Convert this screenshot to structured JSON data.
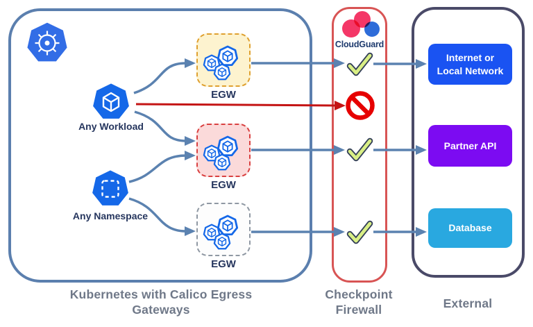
{
  "canvas": {
    "background": "#ffffff"
  },
  "cluster": {
    "caption_line1": "Kubernetes with Calico Egress",
    "caption_line2": "Gateways",
    "border_color": "#5b7fae",
    "kubernetes_logo_color": "#326de6",
    "any_workload": {
      "label": "Any Workload",
      "icon": "cube-heptagon-icon",
      "color": "#1568e8"
    },
    "any_namespace": {
      "label": "Any Namespace",
      "icon": "namespace-heptagon-icon",
      "color": "#1568e8"
    },
    "egw": [
      {
        "label": "EGW",
        "fill": "#fdf3cf",
        "border": "#dfa02f",
        "icon": "egw-cubes-icon"
      },
      {
        "label": "EGW",
        "fill": "#fbdada",
        "border": "#d94040",
        "icon": "egw-cubes-icon"
      },
      {
        "label": "EGW",
        "fill": "#fdfdfd",
        "border": "#8f98a3",
        "icon": "egw-cubes-icon"
      }
    ]
  },
  "firewall": {
    "logo_label": "CloudGuard",
    "caption_line1": "Checkpoint",
    "caption_line2": "Firewall",
    "border_color": "#d85454",
    "logo_colors": {
      "pink": "#f43767",
      "blue": "#2e6cd9"
    },
    "check_color": "#d9ef85",
    "deny_color": "#e60000",
    "verdicts": [
      {
        "source": "egw-1",
        "status": "allow",
        "icon": "check-icon"
      },
      {
        "source": "any-workload-direct",
        "status": "deny",
        "icon": "no-entry-icon"
      },
      {
        "source": "egw-2",
        "status": "allow",
        "icon": "check-icon"
      },
      {
        "source": "egw-3",
        "status": "allow",
        "icon": "check-icon"
      }
    ]
  },
  "external": {
    "caption": "External",
    "border_color": "#4a4a68",
    "targets": [
      {
        "line1": "Internet or",
        "line2": "Local Network",
        "color": "#1a53f2"
      },
      {
        "line1": "Partner API",
        "line2": "",
        "color": "#7c0bf2"
      },
      {
        "line1": "Database",
        "line2": "",
        "color": "#29a8e0"
      }
    ]
  },
  "connectors": {
    "allowed_color": "#5b82b0",
    "denied_color": "#c41414"
  }
}
